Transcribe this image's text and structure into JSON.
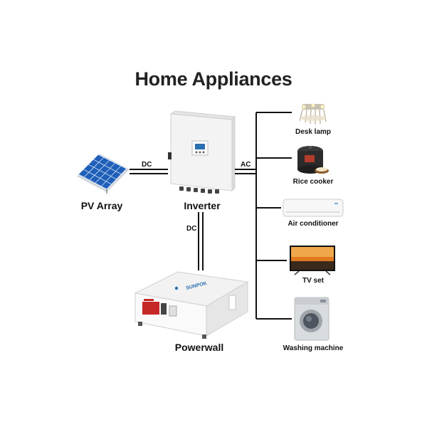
{
  "title": "Home Appliances",
  "components": {
    "pv_array": "PV Array",
    "inverter": "Inverter",
    "powerwall": "Powerwall",
    "powerwall_brand": "SUNPOK"
  },
  "connections": {
    "pv_to_inverter": "DC",
    "inverter_to_loads": "AC",
    "inverter_to_powerwall": "DC"
  },
  "appliances": [
    {
      "label": "Desk lamp"
    },
    {
      "label": "Rice cooker"
    },
    {
      "label": "Air conditioner"
    },
    {
      "label": "TV set"
    },
    {
      "label": "Washing machine"
    }
  ]
}
